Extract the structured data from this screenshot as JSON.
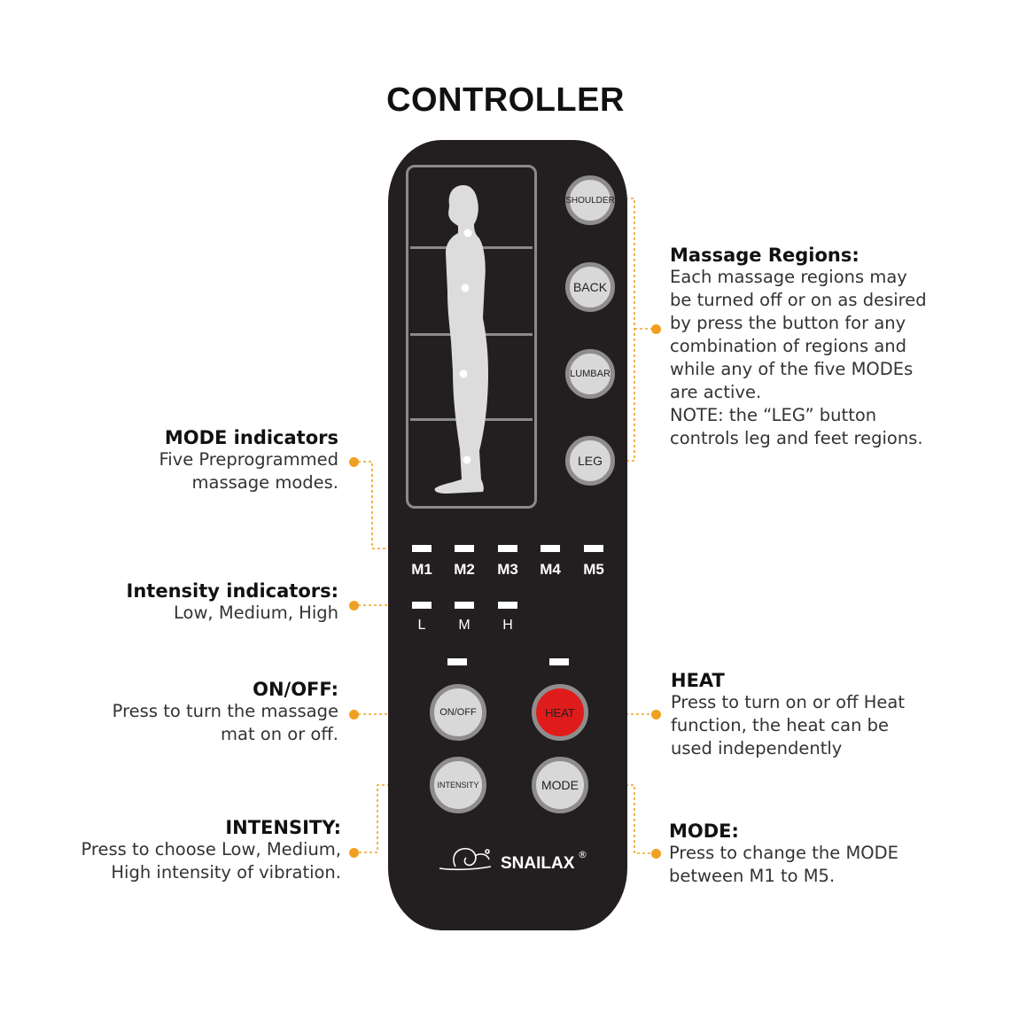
{
  "title": "CONTROLLER",
  "brand": {
    "name": "SNAILAX",
    "registered_mark": "®"
  },
  "region_buttons": [
    "SHOULDER",
    "BACK",
    "LUMBAR",
    "LEG"
  ],
  "mode_indicators": [
    "M1",
    "M2",
    "M3",
    "M4",
    "M5"
  ],
  "intensity_indicators": [
    "L",
    "M",
    "H"
  ],
  "buttons": {
    "onoff": "ON/OFF",
    "heat": "HEAT",
    "intensity": "INTENSITY",
    "mode": "MODE"
  },
  "colors": {
    "remote": "#231f20",
    "callout": "#f0a020",
    "heat": "#e01b1b",
    "button": "#d8d8d8"
  },
  "callouts": {
    "massage_regions": {
      "heading": "Massage Regions:",
      "lines": [
        "Each massage regions may",
        "be turned off or on as desired",
        "by press the button for any",
        "combination of regions and",
        "while any of the five MODEs",
        "are active.",
        "NOTE: the “LEG” button",
        "controls leg and feet regions."
      ]
    },
    "mode_indicators": {
      "heading": "MODE indicators",
      "lines": [
        "Five Preprogrammed",
        "massage modes."
      ]
    },
    "intensity_indicators": {
      "heading": "Intensity indicators:",
      "lines": [
        "Low, Medium, High"
      ]
    },
    "onoff": {
      "heading": "ON/OFF:",
      "lines": [
        "Press to turn the massage",
        "mat on or off."
      ]
    },
    "heat": {
      "heading": "HEAT",
      "lines": [
        "Press to turn on or off Heat",
        "function, the heat can be",
        "used independently"
      ]
    },
    "intensity": {
      "heading": "INTENSITY:",
      "lines": [
        "Press to choose Low, Medium,",
        "High intensity of vibration."
      ]
    },
    "mode": {
      "heading": "MODE:",
      "lines": [
        "Press to change the MODE",
        "between M1 to M5."
      ]
    }
  }
}
